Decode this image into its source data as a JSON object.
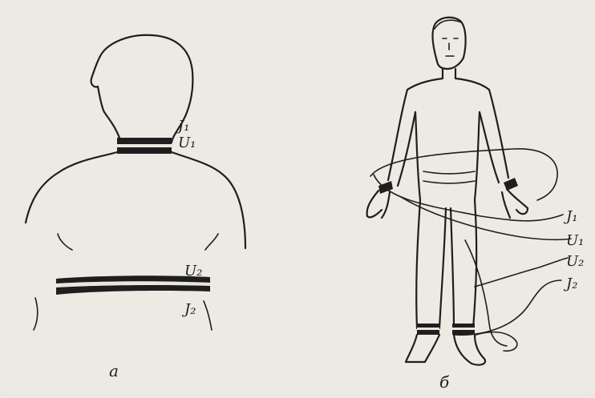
{
  "figure": {
    "panel_a": {
      "caption": "а",
      "labels": {
        "neck_current": "J₁",
        "neck_voltage": "U₁",
        "chest_voltage": "U₂",
        "chest_current": "J₂"
      }
    },
    "panel_b": {
      "caption": "б",
      "labels": {
        "current_1": "J₁",
        "voltage_1": "U₁",
        "voltage_2": "U₂",
        "current_2": "J₂"
      }
    }
  }
}
